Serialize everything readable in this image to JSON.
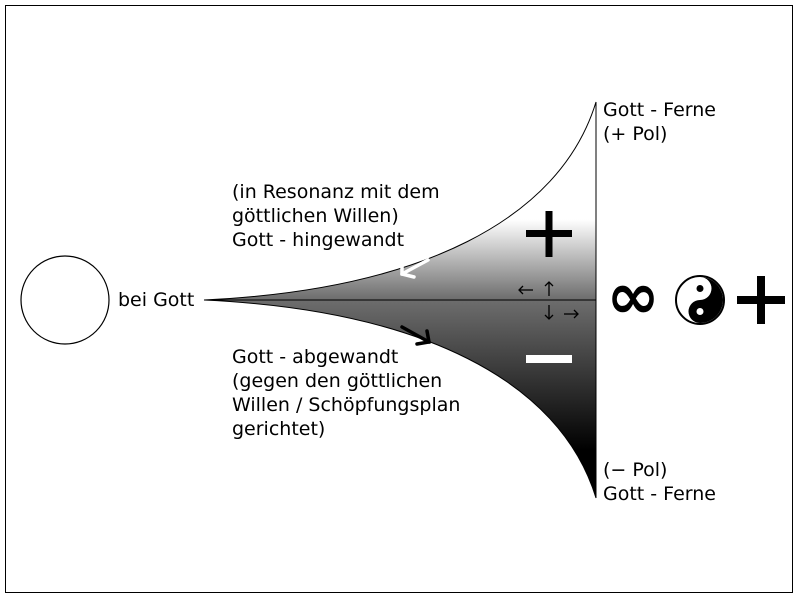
{
  "labels": {
    "bei_gott": "bei Gott",
    "top_pole_title": "Gott - Ferne",
    "top_pole_sign": "(+ Pol)",
    "bottom_pole_sign": "(− Pol)",
    "bottom_pole_title": "Gott - Ferne",
    "upper_desc": [
      "(in Resonanz mit dem",
      "göttlichen Willen)",
      "Gott - hingewandt"
    ],
    "lower_desc": [
      "Gott - abgewandt",
      "(gegen den göttlichen",
      "Willen / Schöpfungsplan",
      "gerichtet)"
    ]
  },
  "symbols": {
    "plus_in_funnel": "+",
    "minus_in_funnel": "−",
    "infinity": "∞",
    "yin_yang": "yin-yang-icon",
    "plus_right": "+"
  },
  "colors": {
    "funnel_top": "#ffffff",
    "funnel_middle": "#6e6e6e",
    "funnel_bottom": "#000000",
    "upper_arrow": "#ffffff",
    "lower_arrow": "#000000"
  }
}
